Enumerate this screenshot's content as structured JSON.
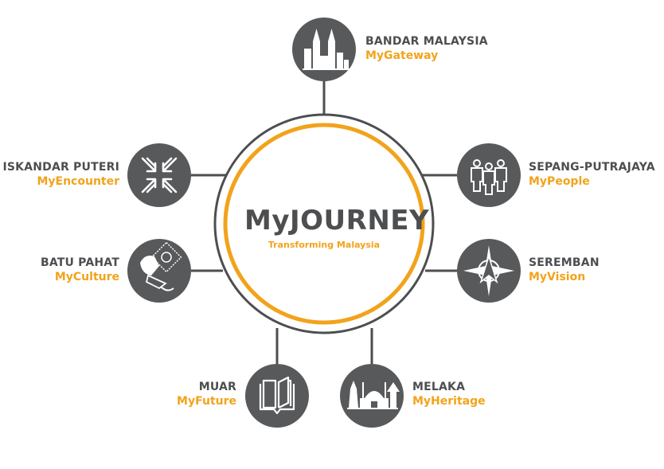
{
  "center": {
    "title": "MyJOURNEY",
    "subtitle": "Transforming Malaysia"
  },
  "colors": {
    "node_fill": "#58595b",
    "outline": "#4d4e50",
    "accent": "#f2a31b",
    "icon": "#ffffff"
  },
  "nodes": [
    {
      "region": "BANDAR MALAYSIA",
      "theme": "MyGateway",
      "icon": "twin-towers-skyline-icon"
    },
    {
      "region": "SEPANG-PUTRAJAYA",
      "theme": "MyPeople",
      "icon": "people-group-icon"
    },
    {
      "region": "SEREMBAN",
      "theme": "MyVision",
      "icon": "compass-star-icon"
    },
    {
      "region": "MELAKA",
      "theme": "MyHeritage",
      "icon": "heritage-buildings-icon"
    },
    {
      "region": "MUAR",
      "theme": "MyFuture",
      "icon": "open-book-icon"
    },
    {
      "region": "BATU PAHAT",
      "theme": "MyCulture",
      "icon": "wau-kite-pattern-icon"
    },
    {
      "region": "ISKANDAR PUTERI",
      "theme": "MyEncounter",
      "icon": "converging-arrows-icon"
    }
  ]
}
